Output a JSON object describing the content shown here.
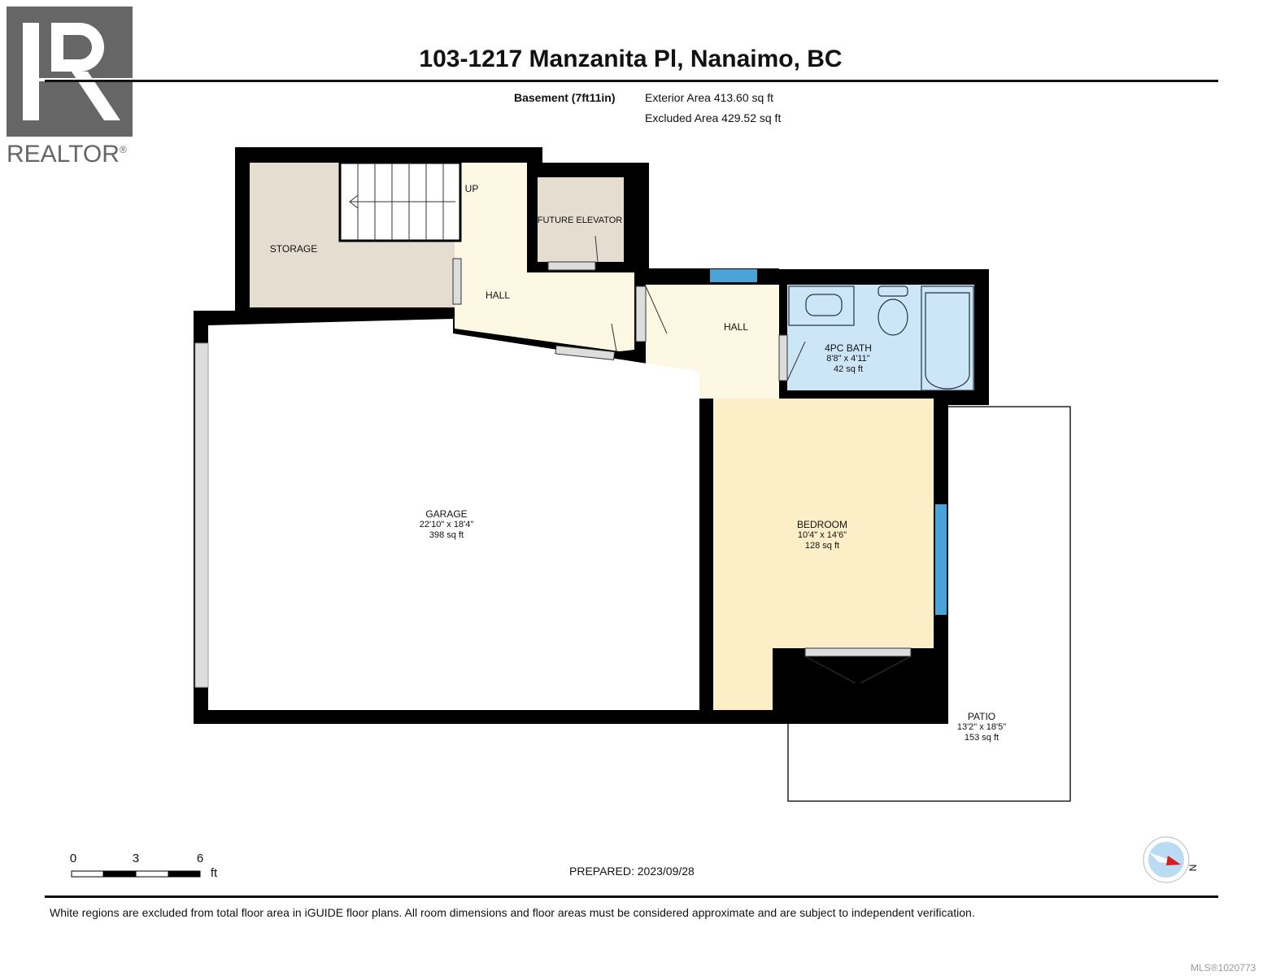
{
  "logo": {
    "text": "REALTOR",
    "mark": "®"
  },
  "header": {
    "title": "103-1217 Manzanita Pl, Nanaimo, BC",
    "floor": "Basement (7ft11in)",
    "exterior_area": "Exterior Area 413.60 sq ft",
    "excluded_area": "Excluded Area 429.52 sq ft"
  },
  "rooms": {
    "storage": {
      "name": "STORAGE"
    },
    "stairs": {
      "label": "UP"
    },
    "hall1": {
      "name": "HALL"
    },
    "elevator": {
      "name": "FUTURE ELEVATOR"
    },
    "hall2": {
      "name": "HALL"
    },
    "bath": {
      "name": "4PC BATH",
      "dims": "8'8\" x 4'11\"",
      "area": "42 sq ft"
    },
    "garage": {
      "name": "GARAGE",
      "dims": "22'10\" x 18'4\"",
      "area": "398 sq ft"
    },
    "bedroom": {
      "name": "BEDROOM",
      "dims": "10'4\" x 14'6\"",
      "area": "128 sq ft"
    },
    "patio": {
      "name": "PATIO",
      "dims": "13'2\" x 18'5\"",
      "area": "153 sq ft"
    }
  },
  "colors": {
    "wall": "#000000",
    "storage": "#e6ddd1",
    "hall": "#fdf8e3",
    "bath": "#cde6f7",
    "bedroom": "#fcefc8",
    "window": "#4aa3d9",
    "compass_red": "#d81e1e"
  },
  "scale": {
    "ticks": [
      "0",
      "3",
      "6"
    ],
    "unit": "ft"
  },
  "prepared": "PREPARED: 2023/09/28",
  "compass": {
    "label": "N"
  },
  "footer": {
    "disclaimer": "White regions are excluded from total floor area in iGUIDE floor plans. All room dimensions and floor areas must be considered approximate and are subject to independent verification."
  },
  "watermark": "MLS®1020773"
}
